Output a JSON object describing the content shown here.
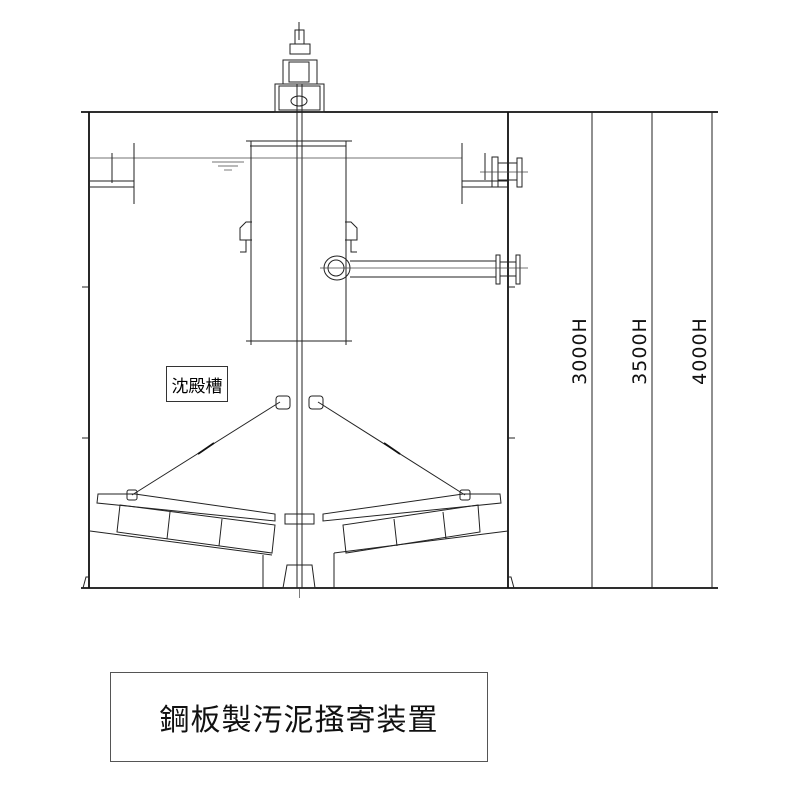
{
  "drawing": {
    "tank_label": "沈殿槽",
    "dimensions": [
      "3000H",
      "3500H",
      "4000H"
    ],
    "title": "鋼板製汚泥掻寄装置"
  }
}
